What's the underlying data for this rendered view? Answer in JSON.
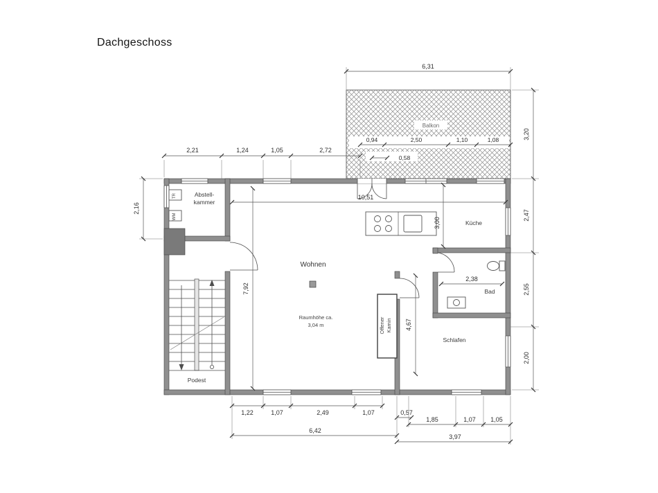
{
  "page": {
    "title": "Dachgeschoss"
  },
  "rooms": {
    "balkon": "Balkon",
    "abstellkammer_line1": "Abstell-",
    "abstellkammer_line2": "kammer",
    "tr": "TR",
    "wm": "WM",
    "wohnen": "Wohnen",
    "raumhoehe_line1": "Raumhöhe ca.",
    "raumhoehe_line2": "3,04 m",
    "kueche": "Küche",
    "bad": "Bad",
    "schlafen": "Schlafen",
    "podest": "Podest",
    "kamin_line1": "Offener",
    "kamin_line2": "Kamin"
  },
  "dimensions": {
    "balkon_width": "6,31",
    "right_chain": [
      "3,20",
      "2,47",
      "2,55",
      "2,00"
    ],
    "top_chain": [
      "2,21",
      "1,24",
      "1,05",
      "2,72"
    ],
    "balkon_chain": [
      "0,94",
      "2,50",
      "1,10",
      "1,08"
    ],
    "balkon_door": "0,58",
    "inner_width": "10,51",
    "abstell_depth": "2,16",
    "wohnen_depth": "7,92",
    "kueche_depth": "3,00",
    "bad_width": "2,38",
    "schlafen_depth": "4,67",
    "bottom_chain1": [
      "1,22",
      "1,07",
      "2,49",
      "1,07"
    ],
    "bottom_offset": "0,57",
    "bottom_chain2": [
      "1,85",
      "1,07",
      "1,05"
    ],
    "bottom_total_left": "6,42",
    "bottom_total_right": "3,97"
  },
  "colors": {
    "wall_fill": "#8f8f8f",
    "line": "#555555",
    "text": "#2e2e2e",
    "background": "#ffffff"
  }
}
